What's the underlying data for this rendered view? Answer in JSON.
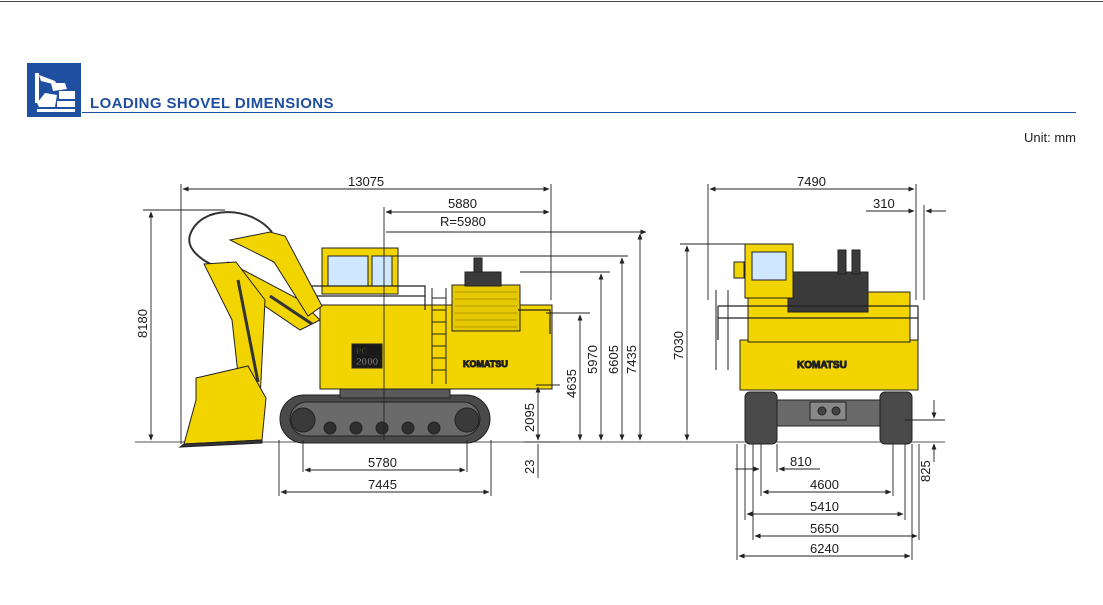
{
  "header": {
    "title": "LOADING SHOVEL DIMENSIONS",
    "unit": "Unit: mm",
    "icon": "shovel-icon",
    "accent_color": "#1f4fa0"
  },
  "machine": {
    "color": "#f2d400",
    "brand": "KOMATSU",
    "model_line1": "PC",
    "model_line2": "2000"
  },
  "side_view": {
    "overall_length": "13075",
    "reach_radius_top": "5880",
    "swing_radius": "R=5980",
    "overall_height": "8180",
    "height_7435": "7435",
    "height_6605": "6605",
    "height_5970": "5970",
    "height_4635": "4635",
    "counterweight_clearance": "2095",
    "ground_clearance": "23",
    "tumbler_distance": "5780",
    "track_length": "7445"
  },
  "rear_view": {
    "overall_width": "7490",
    "handrail_offset": "310",
    "cab_height": "7030",
    "shoe_width": "810",
    "track_gauge": "4600",
    "track_width_5410": "5410",
    "track_width_5650": "5650",
    "overall_track_width": "6240",
    "min_ground_clearance": "825"
  }
}
